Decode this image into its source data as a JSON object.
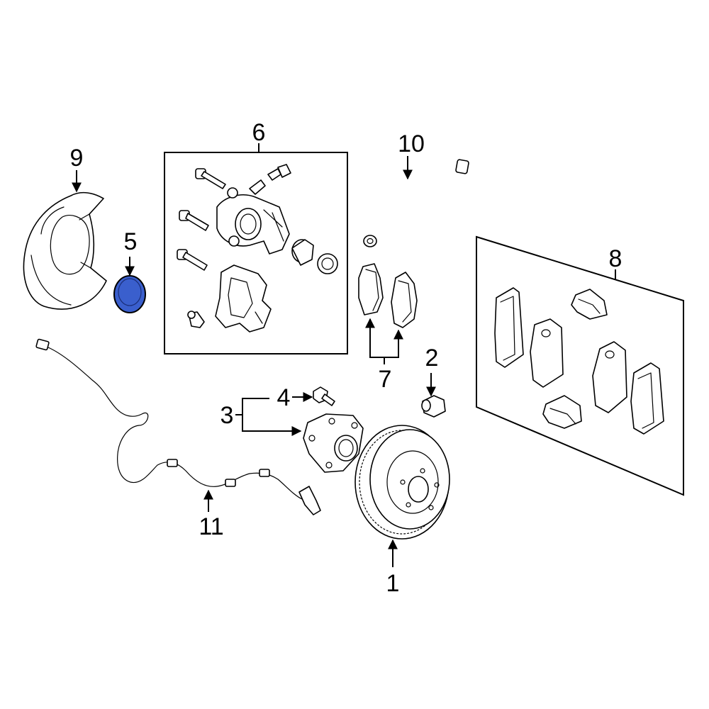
{
  "diagram": {
    "highlight_color": "#3a5fcd",
    "callouts": {
      "rotor": "1",
      "hub_cap": "2",
      "hub_bearing": "3",
      "hub_bolt": "4",
      "seal": "5",
      "caliper_kit": "6",
      "brake_pads": "7",
      "hardware_kit": "8",
      "splash_shield": "9",
      "brake_hose": "10",
      "abs_sensor": "11"
    },
    "highlighted_part": "5"
  }
}
